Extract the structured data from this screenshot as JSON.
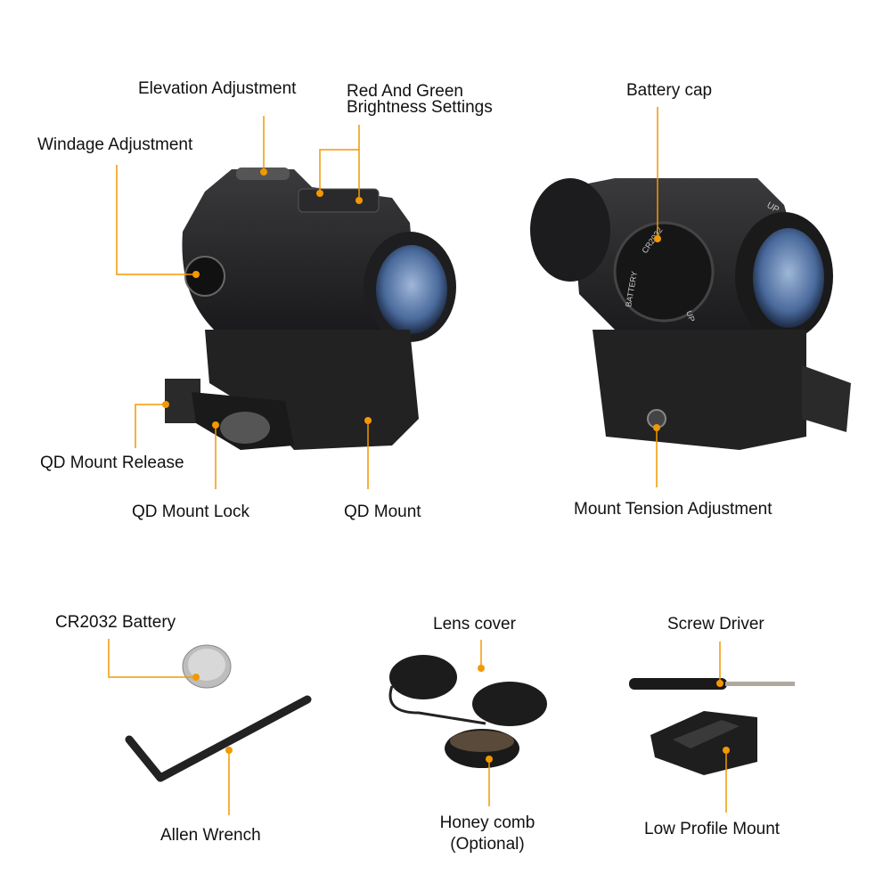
{
  "accent_color": "#f39800",
  "labels": {
    "elevation": "Elevation Adjustment",
    "brightness_1": "Red And Green",
    "brightness_2": "Brightness Settings",
    "windage": "Windage Adjustment",
    "battery_cap": "Battery cap",
    "qd_release": "QD Mount Release",
    "qd_lock": "QD Mount Lock",
    "qd_mount": "QD Mount",
    "mount_tension": "Mount Tension Adjustment",
    "battery": "CR2032 Battery",
    "lens_cover": "Lens cover",
    "screw_driver": "Screw Driver",
    "allen_wrench": "Allen Wrench",
    "honeycomb_1": "Honey comb",
    "honeycomb_2": "(Optional)",
    "low_profile": "Low Profile Mount"
  },
  "product_markings": {
    "cap_battery": "BATTERY",
    "cap_model": "CR2032",
    "cap_up": "UP",
    "body_up": "UP"
  }
}
